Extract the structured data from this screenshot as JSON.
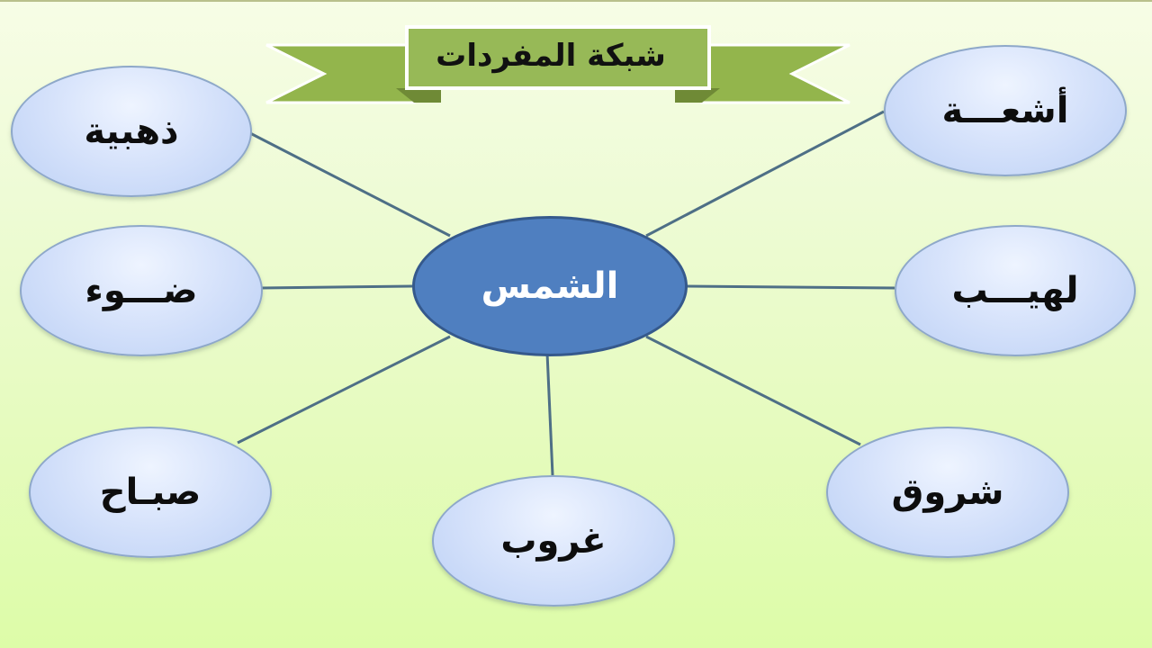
{
  "banner": {
    "title": "شبكة المفردات",
    "color": "#93b54c"
  },
  "center": {
    "label": "الشمس",
    "color": "#4f7fc0"
  },
  "nodes": [
    {
      "id": "top-left",
      "label": "ذهبية"
    },
    {
      "id": "top-right",
      "label": "أشعـــة"
    },
    {
      "id": "mid-left",
      "label": "ضـــوء"
    },
    {
      "id": "mid-right",
      "label": "لهيـــب"
    },
    {
      "id": "bottom-left",
      "label": "صبـاح"
    },
    {
      "id": "bottom-center",
      "label": "غروب"
    },
    {
      "id": "bottom-right",
      "label": "شروق"
    }
  ],
  "colors": {
    "node_fill": "#d7e3fb",
    "node_border": "#8ea8c9",
    "link": "#4e6f86",
    "background_top": "#f7fde6",
    "background_bottom": "#ddfca8"
  }
}
